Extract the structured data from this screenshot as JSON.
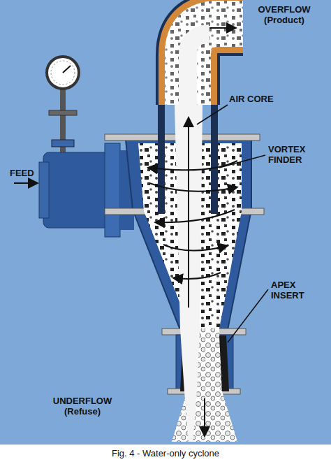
{
  "diagram": {
    "caption": "Fig. 4 - Water-only cyclone",
    "labels": [
      "OVERFLOW (Product)",
      "AIR CORE",
      "VORTEX FINDER",
      "FEED",
      "APEX INSERT",
      "UNDERFLOW (Refuse)"
    ]
  }
}
